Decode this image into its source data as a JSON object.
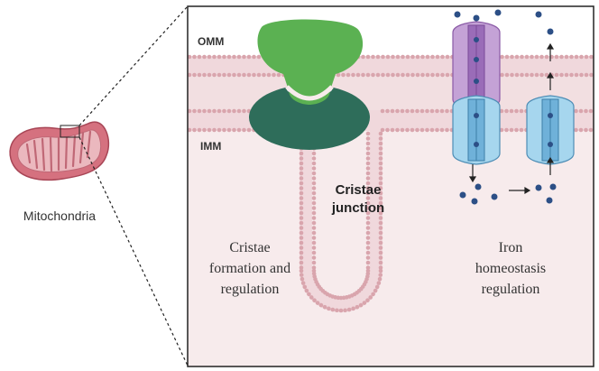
{
  "labels": {
    "mitochondria": "Mitochondria",
    "omm": "OMM",
    "imm": "IMM",
    "cristae_junction_line1": "Cristae",
    "cristae_junction_line2": "junction",
    "cristae_text": [
      "Cristae",
      "formation and",
      "regulation"
    ],
    "iron_text": [
      "Iron",
      "homeostasis",
      "regulation"
    ]
  },
  "colors": {
    "membrane_band": "#f0d8dc",
    "membrane_bead": "#d9a5ad",
    "inner_space": "#f7ebec",
    "mito_outer": "#c85a6a",
    "mito_inner": "#e7aeb5",
    "complex_top": "#5bb152",
    "complex_bottom": "#2e6d5a",
    "channel_purple": "#b48ac9",
    "channel_blue": "#8ec8e6",
    "iron": "#2c4f86"
  }
}
